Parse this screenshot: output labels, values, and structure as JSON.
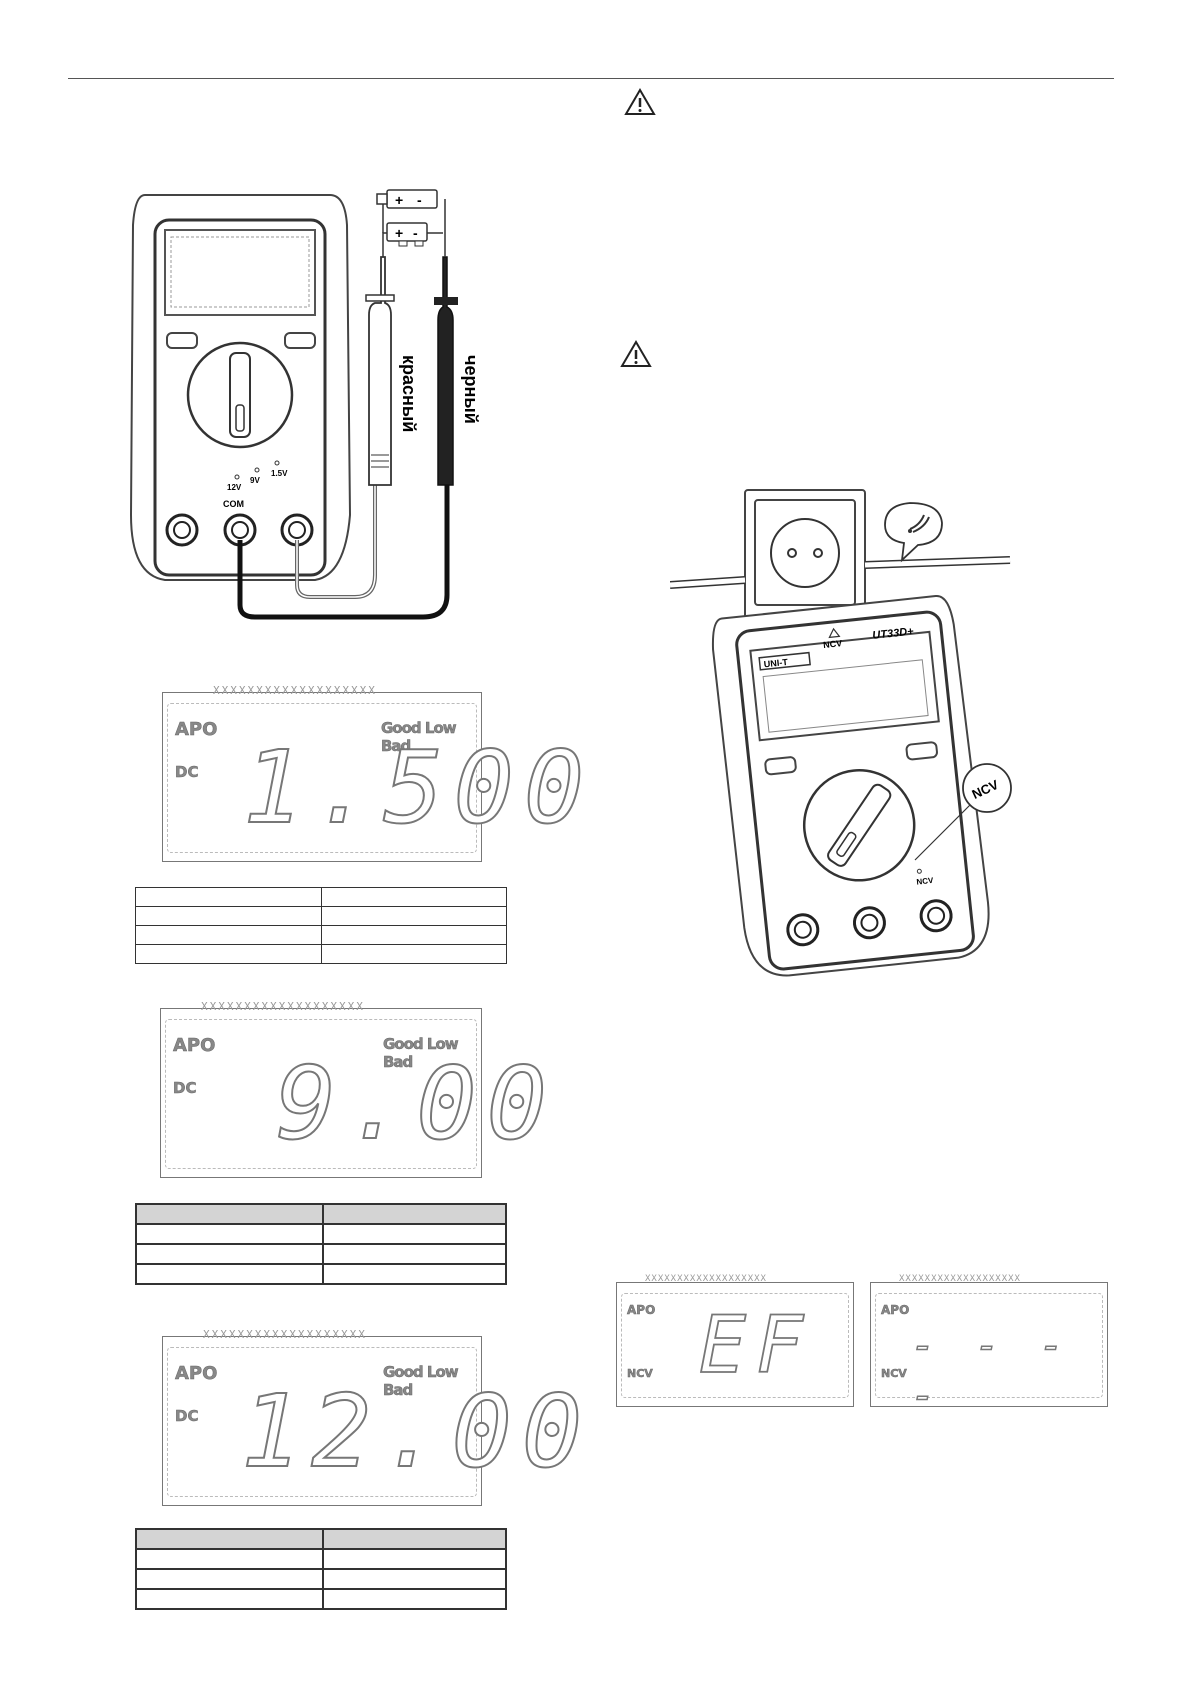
{
  "diagram": {
    "probe_red_label": "красный",
    "probe_black_label": "черный",
    "jack_com_label": "COM",
    "range_labels": [
      "12V",
      "9V",
      "1.5V"
    ],
    "battery_symbols": [
      "+",
      "-"
    ]
  },
  "lcd_displays": [
    {
      "apo": "APO",
      "mode": "DC",
      "status": "Good Low Bad",
      "reading": "1.500"
    },
    {
      "apo": "APO",
      "mode": "DC",
      "status": "Good Low Bad",
      "reading": "9.00"
    },
    {
      "apo": "APO",
      "mode": "DC",
      "status": "Good Low Bad",
      "reading": "12.00"
    }
  ],
  "ncv_figure": {
    "brand_label": "UNI-T",
    "ncv_top_label": "NCV",
    "model_label": "UT33D+",
    "ncv_callout_label": "NCV",
    "ncv_dial_label": "NCV"
  },
  "ncv_displays": [
    {
      "apo": "APO",
      "mode": "NCV",
      "reading": "EF"
    },
    {
      "apo": "APO",
      "mode": "NCV",
      "reading": "- - - -"
    }
  ],
  "segment_row": "XXXXXXXXXXXXXXXXXXX"
}
